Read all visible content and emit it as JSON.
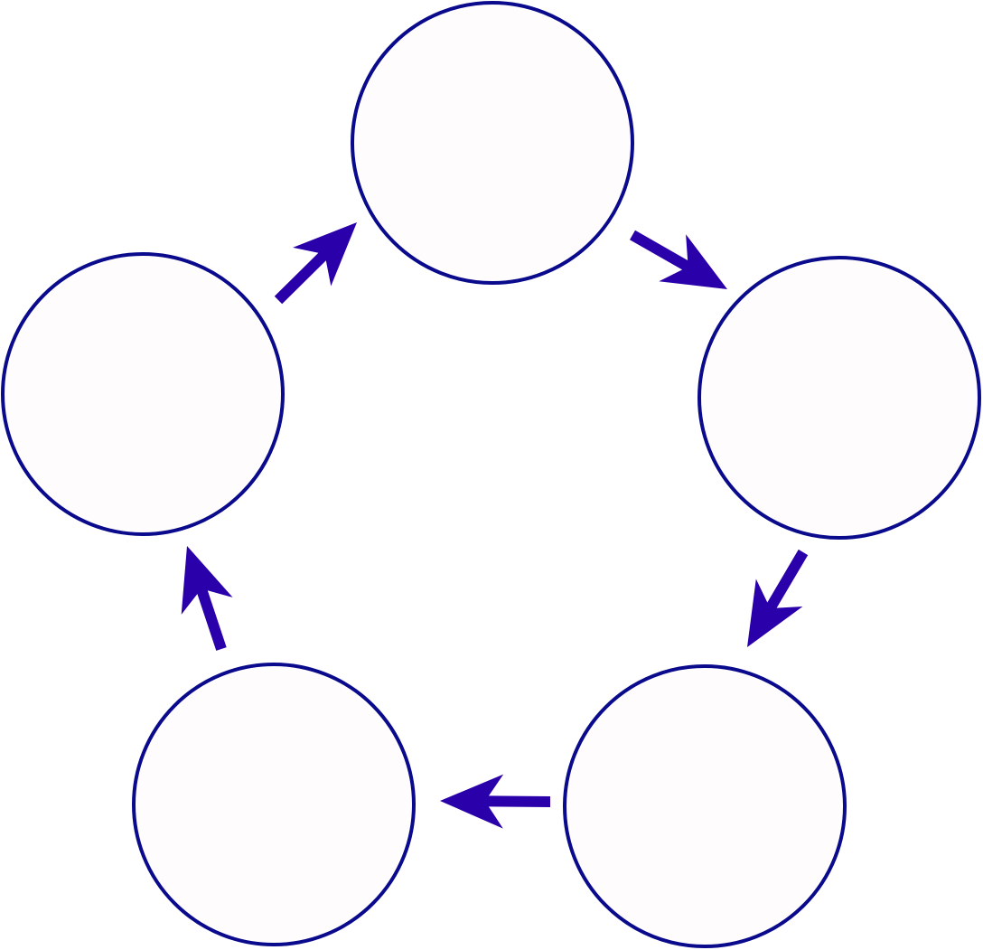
{
  "diagram": {
    "type": "cycle",
    "node_count": 5,
    "nodes": [
      {
        "id": "top",
        "label": ""
      },
      {
        "id": "right",
        "label": ""
      },
      {
        "id": "bottom-right",
        "label": ""
      },
      {
        "id": "bottom-left",
        "label": ""
      },
      {
        "id": "left",
        "label": ""
      }
    ],
    "edges": [
      {
        "from": "top",
        "to": "right"
      },
      {
        "from": "right",
        "to": "bottom-right"
      },
      {
        "from": "bottom-right",
        "to": "bottom-left"
      },
      {
        "from": "bottom-left",
        "to": "left"
      },
      {
        "from": "left",
        "to": "top"
      }
    ],
    "direction": "clockwise"
  },
  "colors": {
    "node_stroke": "#0a0a8c",
    "node_fill": "#fffcfd",
    "arrow": "#2a00aa",
    "background": "#ffffff"
  }
}
